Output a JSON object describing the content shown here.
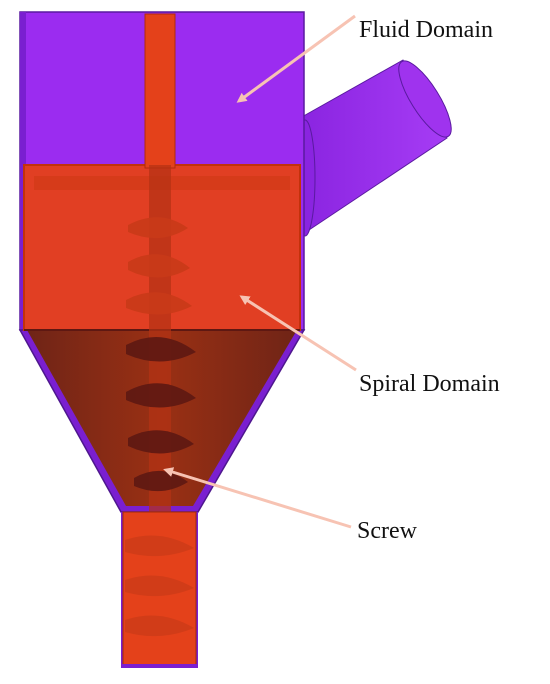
{
  "labels": {
    "fluid_domain": "Fluid Domain",
    "spiral_domain": "Spiral Domain",
    "screw": "Screw"
  },
  "colors": {
    "fluid_domain": "#9b2cf0",
    "fluid_domain_shade": "#7a1fd0",
    "spiral_domain": "#e4411a",
    "spiral_domain_dark": "#c2320c",
    "cone": "#8e2c12",
    "screw_blade": "#5e1812",
    "arrow": "#f7c3b3"
  },
  "icons": {
    "arrow": "callout-arrow"
  }
}
